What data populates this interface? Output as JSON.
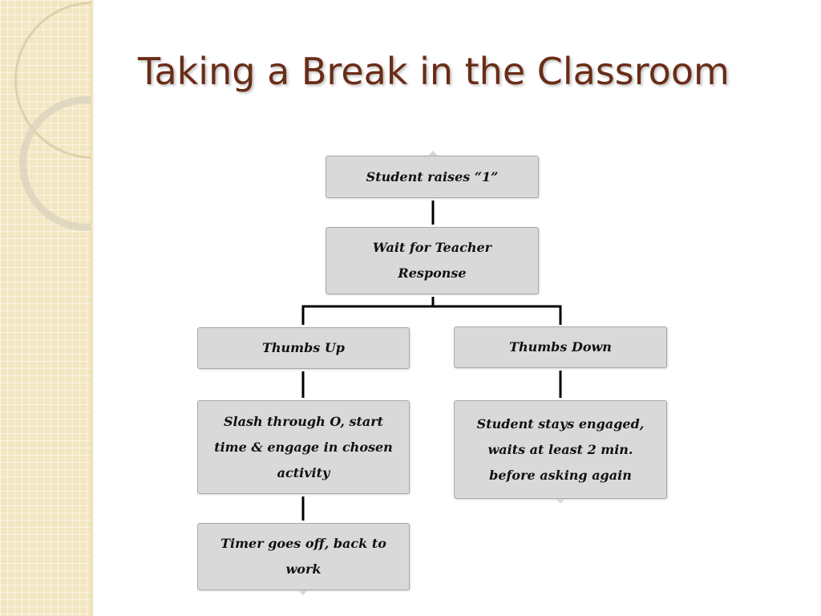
{
  "slide": {
    "title": "Taking a Break in the Classroom"
  },
  "flowchart": {
    "nodes": [
      {
        "id": "raise",
        "text": "Student raises “1”"
      },
      {
        "id": "wait",
        "lines": [
          "Wait for Teacher",
          "Response"
        ]
      },
      {
        "id": "up",
        "text": "Thumbs Up"
      },
      {
        "id": "down",
        "text": "Thumbs Down"
      },
      {
        "id": "slash",
        "lines": [
          "Slash through O, start",
          "time & engage in chosen",
          "activity"
        ]
      },
      {
        "id": "engaged",
        "lines": [
          "Student stays engaged,",
          "waits at least 2 min.",
          "before asking again"
        ]
      },
      {
        "id": "timer",
        "lines": [
          "Timer goes off, back to",
          "work"
        ]
      }
    ]
  },
  "colors": {
    "title": "#6a2c17",
    "box_fill": "#d9d9d9",
    "connector": "#000000",
    "sidebar": "#f3e6c2"
  }
}
